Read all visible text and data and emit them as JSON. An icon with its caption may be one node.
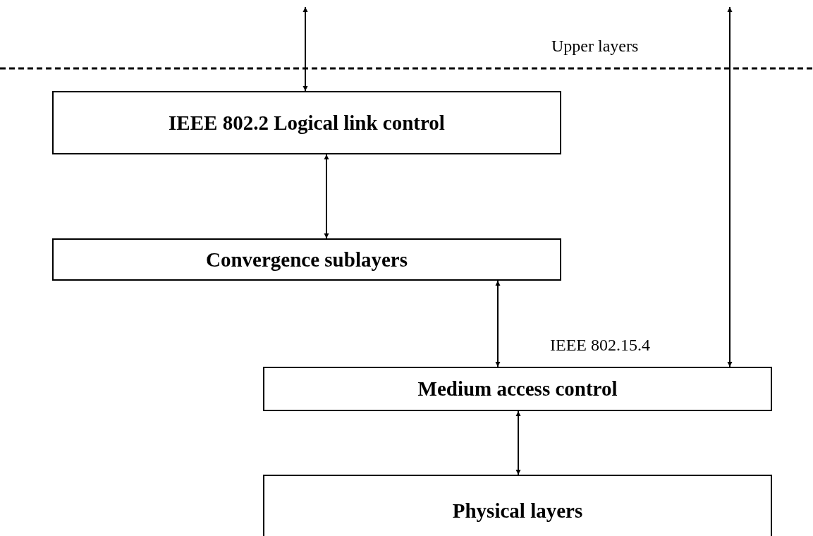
{
  "diagram": {
    "nodes": [
      {
        "text": [
          "IEEE 802.2 Logical link control"
        ]
      },
      {
        "text": [
          "Convergence sublayers"
        ]
      },
      {
        "text": [
          "Medium access control"
        ],
        "beside": [
          "IEEE 802.15.4"
        ]
      },
      {
        "text": [
          "Physical layers"
        ]
      }
    ],
    "edges": [
      {
        "from": null,
        "to": 0,
        "arrow": "both"
      },
      {
        "from": 0,
        "to": 1,
        "arrow": "both"
      },
      {
        "from": 1,
        "to": 2,
        "arrow": "both"
      },
      {
        "from": null,
        "to": 2,
        "arrow": "both"
      },
      {
        "from": 2,
        "to": 3,
        "arrow": "both"
      }
    ],
    "labels": [
      "Upper layers"
    ]
  }
}
